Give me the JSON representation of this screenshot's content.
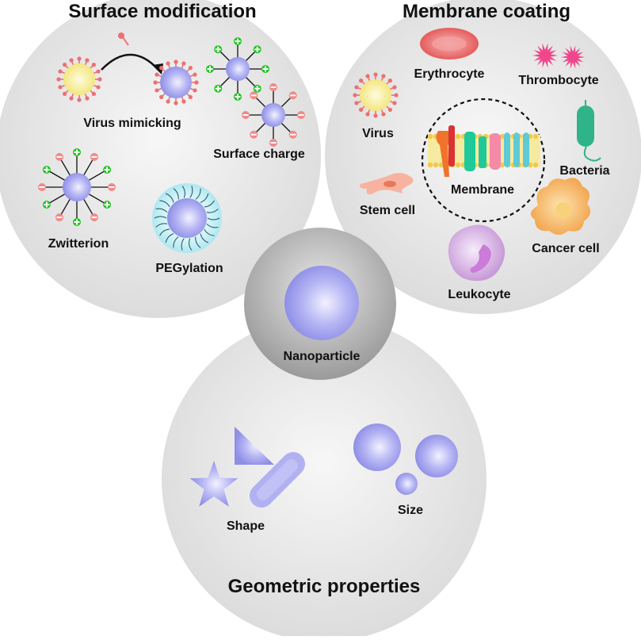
{
  "sections": {
    "surface_modification": {
      "title": "Surface modification",
      "labels": {
        "virus_mimicking": "Virus mimicking",
        "surface_charge": "Surface charge",
        "zwitterion": "Zwitterion",
        "pegylation": "PEGylation"
      }
    },
    "membrane_coating": {
      "title": "Membrane coating",
      "labels": {
        "erythrocyte": "Erythrocyte",
        "thrombocyte": "Thrombocyte",
        "virus": "Virus",
        "bacteria": "Bacteria",
        "membrane": "Membrane",
        "stem_cell": "Stem cell",
        "cancer_cell": "Cancer cell",
        "leukocyte": "Leukocyte"
      }
    },
    "core": {
      "label": "Nanoparticle"
    },
    "geometric_properties": {
      "title": "Geometric properties",
      "labels": {
        "shape": "Shape",
        "size": "Size"
      }
    }
  },
  "colors": {
    "region_fill": "#ebebeb",
    "core_fill": "#b3b3b3",
    "particle": "#a6a6f0",
    "positive_charge": "#25c425",
    "negative_charge": "#f08a8a",
    "virus_coat": "#f5ec8c",
    "virus_spike": "#ec7070",
    "erythrocyte": "#ec6a6a",
    "thrombocyte": "#f0468c",
    "bacteria": "#2fb48a",
    "cancer_cell": "#f5b25c",
    "leukocyte": "#cfa4dc",
    "stem_cell": "#f4a58f",
    "peg_shell": "#bfeef5"
  }
}
